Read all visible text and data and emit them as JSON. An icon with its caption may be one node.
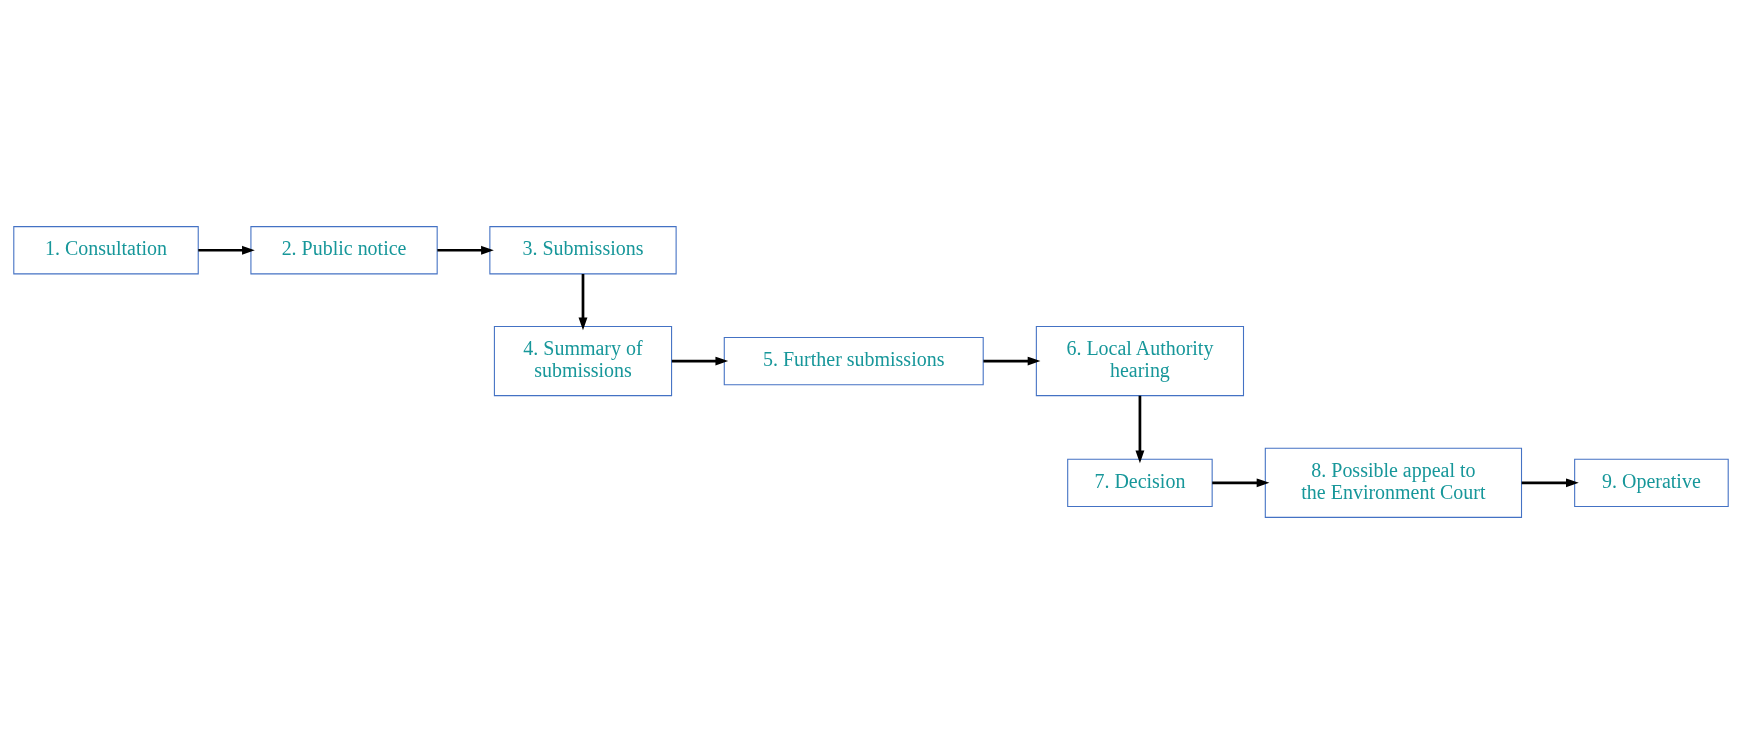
{
  "diagram": {
    "nodes": [
      {
        "text": [
          "1. Consultation"
        ]
      },
      {
        "text": [
          "2. Public notice"
        ]
      },
      {
        "text": [
          "3. Submissions"
        ]
      },
      {
        "text": [
          "4. Summary of submissions"
        ]
      },
      {
        "text": [
          "5. Further submissions"
        ]
      },
      {
        "text": [
          "6. Local Authority hearing"
        ]
      },
      {
        "text": [
          "7. Decision"
        ]
      },
      {
        "text": [
          "8. Possible appeal to the Environment Court"
        ]
      },
      {
        "text": [
          "9. Operative"
        ]
      }
    ],
    "edges": [
      {
        "from": 0,
        "to": 1,
        "arrow": "to"
      },
      {
        "from": 1,
        "to": 2,
        "arrow": "to"
      },
      {
        "from": 2,
        "to": 3,
        "arrow": "to"
      },
      {
        "from": 3,
        "to": 4,
        "arrow": "to"
      },
      {
        "from": 4,
        "to": 5,
        "arrow": "to"
      },
      {
        "from": 5,
        "to": 6,
        "arrow": "to"
      },
      {
        "from": 6,
        "to": 7,
        "arrow": "to"
      },
      {
        "from": 7,
        "to": 8,
        "arrow": "to"
      }
    ]
  }
}
